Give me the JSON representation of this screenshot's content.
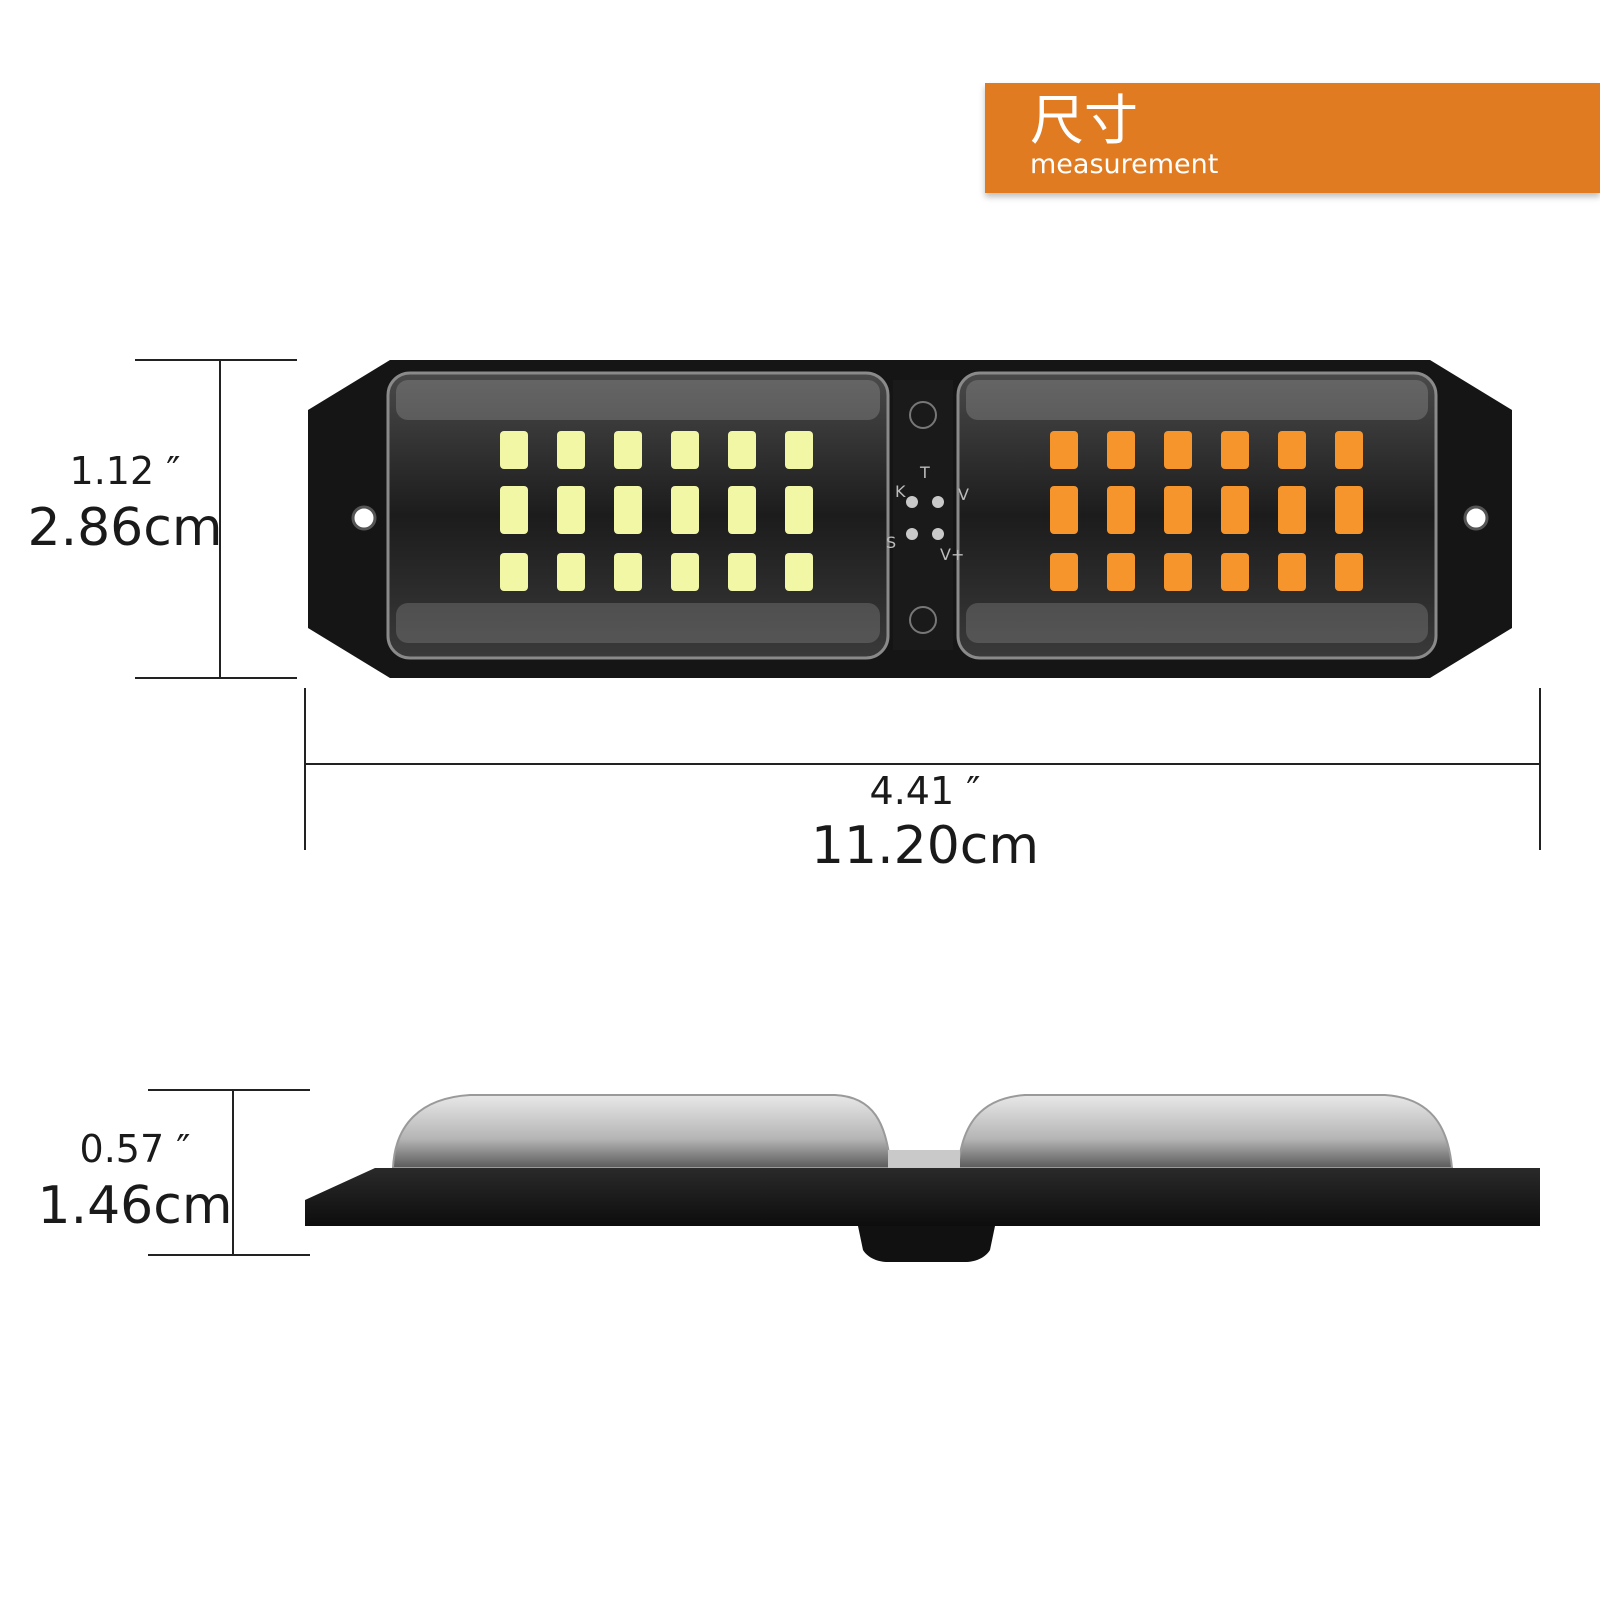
{
  "header": {
    "title": "尺寸",
    "subtitle": "measurement"
  },
  "colors": {
    "accent": "#e07b21",
    "led_white": "#f2f7a6",
    "led_amber": "#f5952c",
    "housing": "#151515"
  },
  "pcb_markings": {
    "k": "K",
    "t": "T",
    "v": "V",
    "s": "S",
    "vplus": "V+"
  },
  "dimensions": {
    "height": {
      "inches": "1.12 ″",
      "cm": "2.86cm"
    },
    "width": {
      "inches": "4.41 ″",
      "cm": "11.20cm"
    },
    "depth": {
      "inches": "0.57 ″",
      "cm": "1.46cm"
    }
  }
}
